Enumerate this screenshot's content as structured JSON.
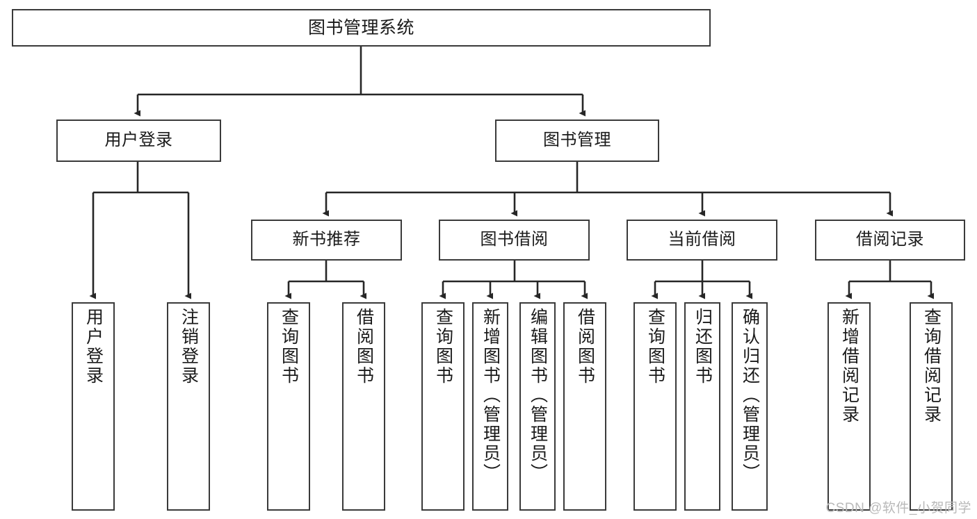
{
  "diagram": {
    "title": "图书管理系统",
    "watermark": "CSDN @软件_小贺同学",
    "colors": {
      "box_border": "#3a3a3a",
      "box_fill": "#ffffff",
      "edge": "#262626",
      "text": "#1a1a1a",
      "watermark": "#b9b9b9"
    },
    "levels": {
      "root": {
        "label": "图书管理系统"
      },
      "level2": [
        {
          "id": "user-login",
          "label": "用户登录"
        },
        {
          "id": "book-management",
          "label": "图书管理"
        }
      ],
      "level3": [
        {
          "id": "new-book-recommend",
          "label": "新书推荐"
        },
        {
          "id": "book-borrow",
          "label": "图书借阅"
        },
        {
          "id": "current-borrow",
          "label": "当前借阅"
        },
        {
          "id": "borrow-record",
          "label": "借阅记录"
        }
      ],
      "leaves": [
        {
          "id": "leaf-user-login",
          "label": "用户登录",
          "parent": "user-login"
        },
        {
          "id": "leaf-logout-login",
          "label": "注销登录",
          "parent": "user-login"
        },
        {
          "id": "leaf-query-book-1",
          "label": "查询图书",
          "parent": "new-book-recommend"
        },
        {
          "id": "leaf-borrow-book-1",
          "label": "借阅图书",
          "parent": "new-book-recommend"
        },
        {
          "id": "leaf-query-book-2",
          "label": "查询图书",
          "parent": "book-borrow"
        },
        {
          "id": "leaf-add-book",
          "label": "新增图书（管理员）",
          "parent": "book-borrow"
        },
        {
          "id": "leaf-edit-book",
          "label": "编辑图书（管理员）",
          "parent": "book-borrow"
        },
        {
          "id": "leaf-borrow-book-2",
          "label": "借阅图书",
          "parent": "book-borrow"
        },
        {
          "id": "leaf-query-book-3",
          "label": "查询图书",
          "parent": "current-borrow"
        },
        {
          "id": "leaf-return-book",
          "label": "归还图书",
          "parent": "current-borrow"
        },
        {
          "id": "leaf-confirm-return",
          "label": "确认归还（管理员）",
          "parent": "current-borrow"
        },
        {
          "id": "leaf-add-record",
          "label": "新增借阅记录",
          "parent": "borrow-record"
        },
        {
          "id": "leaf-query-record",
          "label": "查询借阅记录",
          "parent": "borrow-record"
        }
      ]
    }
  }
}
